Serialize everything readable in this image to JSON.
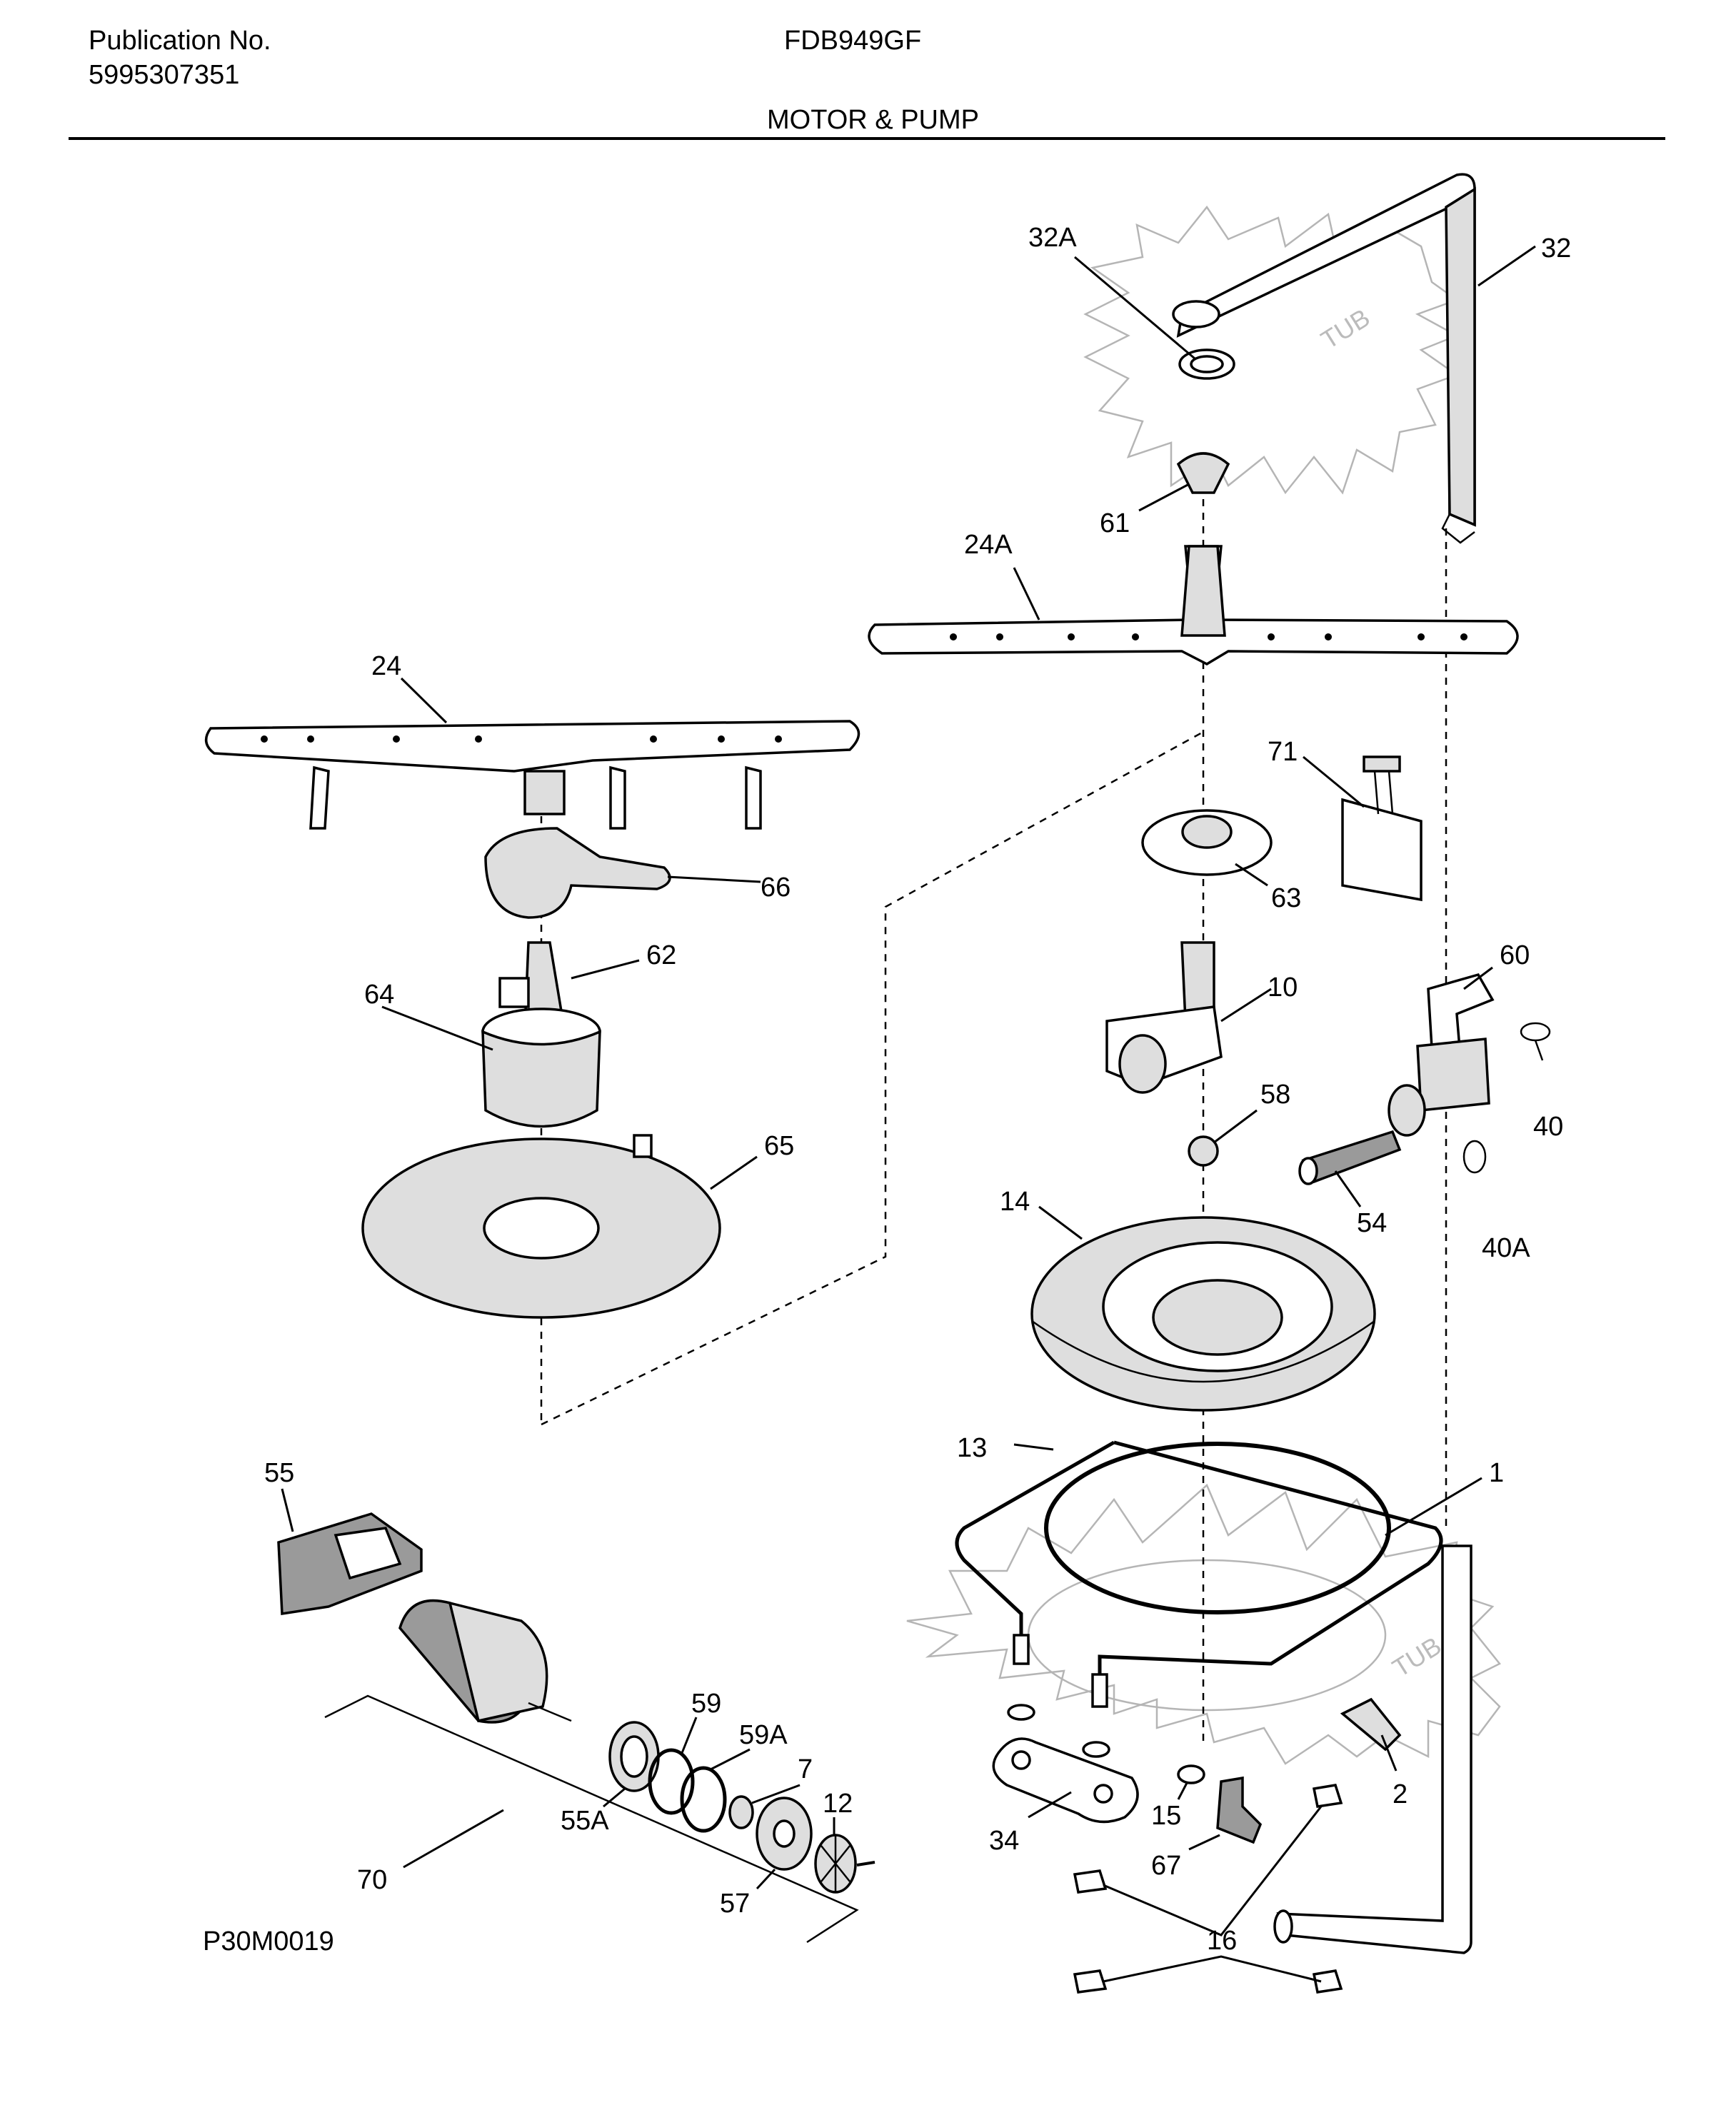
{
  "header": {
    "publication_label": "Publication No.",
    "publication_number": "5995307351",
    "model": "FDB949GF",
    "section_title": "MOTOR & PUMP"
  },
  "footer": {
    "diagram_code": "P30M0019"
  },
  "tub_labels": [
    "TUB",
    "TUB"
  ],
  "parts": [
    {
      "ref": "32A"
    },
    {
      "ref": "32"
    },
    {
      "ref": "61"
    },
    {
      "ref": "24A"
    },
    {
      "ref": "24"
    },
    {
      "ref": "71"
    },
    {
      "ref": "66"
    },
    {
      "ref": "63"
    },
    {
      "ref": "62"
    },
    {
      "ref": "60"
    },
    {
      "ref": "64"
    },
    {
      "ref": "10"
    },
    {
      "ref": "58"
    },
    {
      "ref": "40"
    },
    {
      "ref": "65"
    },
    {
      "ref": "54"
    },
    {
      "ref": "14"
    },
    {
      "ref": "40A"
    },
    {
      "ref": "13"
    },
    {
      "ref": "1"
    },
    {
      "ref": "55"
    },
    {
      "ref": "59"
    },
    {
      "ref": "59A"
    },
    {
      "ref": "7"
    },
    {
      "ref": "12"
    },
    {
      "ref": "55A"
    },
    {
      "ref": "15"
    },
    {
      "ref": "2"
    },
    {
      "ref": "34"
    },
    {
      "ref": "67"
    },
    {
      "ref": "70"
    },
    {
      "ref": "57"
    },
    {
      "ref": "16"
    }
  ]
}
